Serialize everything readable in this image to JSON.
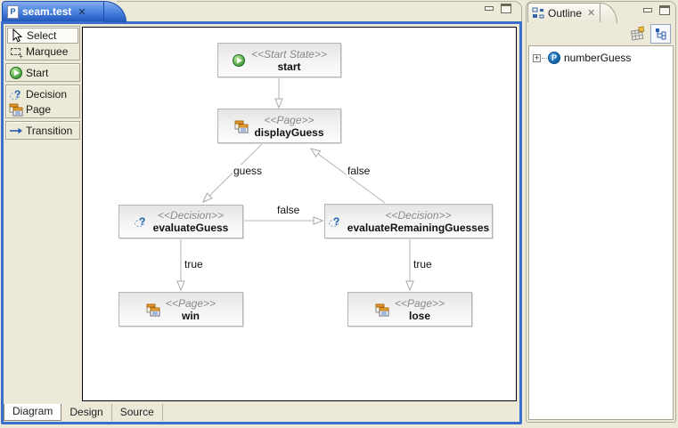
{
  "editor": {
    "tab": {
      "title": "seam.test",
      "icon": "pageflow-file-icon",
      "close_icon": "close-icon"
    },
    "window_buttons": [
      "minimize",
      "maximize"
    ],
    "palette": {
      "groups": [
        {
          "items": [
            {
              "icon": "select-icon",
              "label": "Select",
              "selected": true
            },
            {
              "icon": "marquee-icon",
              "label": "Marquee",
              "selected": false
            }
          ]
        },
        {
          "items": [
            {
              "icon": "start-icon",
              "label": "Start",
              "selected": false
            }
          ]
        },
        {
          "items": [
            {
              "icon": "decision-icon",
              "label": "Decision",
              "selected": false
            },
            {
              "icon": "page-icon",
              "label": "Page",
              "selected": false
            }
          ]
        },
        {
          "items": [
            {
              "icon": "transition-icon",
              "label": "Transition",
              "selected": false
            }
          ]
        }
      ]
    },
    "bottom_tabs": [
      {
        "label": "Diagram",
        "selected": true
      },
      {
        "label": "Design",
        "selected": false
      },
      {
        "label": "Source",
        "selected": false
      }
    ]
  },
  "diagram": {
    "nodes": [
      {
        "stereotype": "<<Start State>>",
        "name": "start",
        "icon": "start-icon"
      },
      {
        "stereotype": "<<Page>>",
        "name": "displayGuess",
        "icon": "page-icon"
      },
      {
        "stereotype": "<<Decision>>",
        "name": "evaluateGuess",
        "icon": "decision-icon"
      },
      {
        "stereotype": "<<Decision>>",
        "name": "evaluateRemainingGuesses",
        "icon": "decision-icon"
      },
      {
        "stereotype": "<<Page>>",
        "name": "win",
        "icon": "page-icon"
      },
      {
        "stereotype": "<<Page>>",
        "name": "lose",
        "icon": "page-icon"
      }
    ],
    "transitions": [
      {
        "from": "start",
        "to": "displayGuess",
        "label": ""
      },
      {
        "from": "displayGuess",
        "to": "evaluateGuess",
        "label": "guess"
      },
      {
        "from": "evaluateRemainingGuesses",
        "to": "displayGuess",
        "label": "false"
      },
      {
        "from": "evaluateGuess",
        "to": "evaluateRemainingGuesses",
        "label": "false"
      },
      {
        "from": "evaluateGuess",
        "to": "win",
        "label": "true"
      },
      {
        "from": "evaluateRemainingGuesses",
        "to": "lose",
        "label": "true"
      }
    ]
  },
  "outline": {
    "tab_title": "Outline",
    "toolbar": [
      {
        "icon": "overview-icon",
        "selected": false
      },
      {
        "icon": "tree-view-icon",
        "selected": true
      }
    ],
    "tree": [
      {
        "icon": "process-icon",
        "label": "numberGuess",
        "expanded": false
      }
    ]
  },
  "icons": {
    "close_glyph": "✕",
    "p_letter": "P",
    "expander_glyph": "+"
  },
  "colors": {
    "chrome_tan": "#ece9d8",
    "active_tab_blue": "#2257bd",
    "editor_border_blue": "#3a70cc",
    "node_border": "#b6b6b6",
    "stereotype_gray": "#8a8a8a",
    "arrow_gray": "#adadad"
  }
}
